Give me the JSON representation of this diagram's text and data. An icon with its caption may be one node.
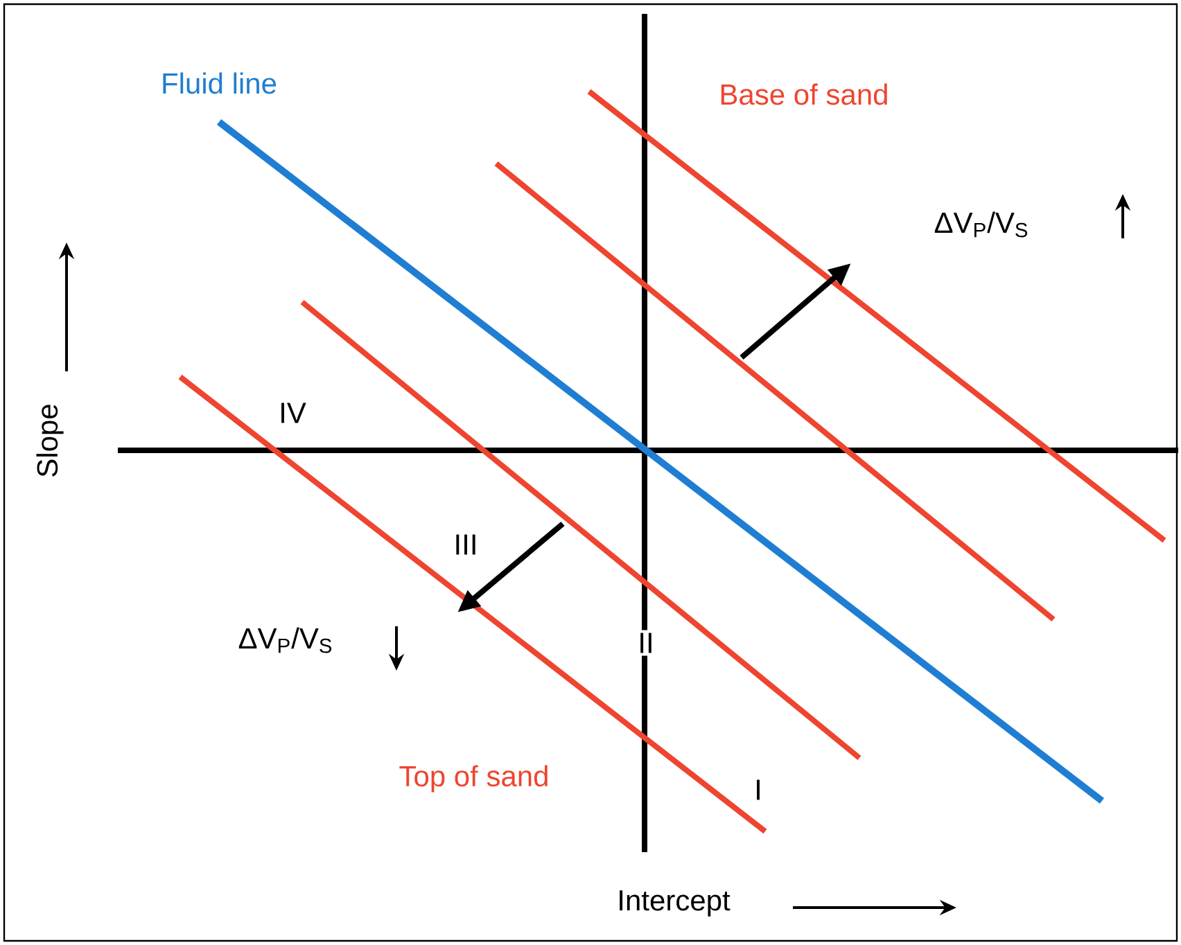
{
  "diagram": {
    "labels": [
      "Fluid line",
      "Base of sand",
      "ΔV$_{P}$/V$_{S}$",
      "Slope",
      "IV",
      "III",
      "ΔV$_{P}$/V$_{S}$",
      "II",
      "Top of sand",
      "I",
      "Intercept"
    ]
  }
}
